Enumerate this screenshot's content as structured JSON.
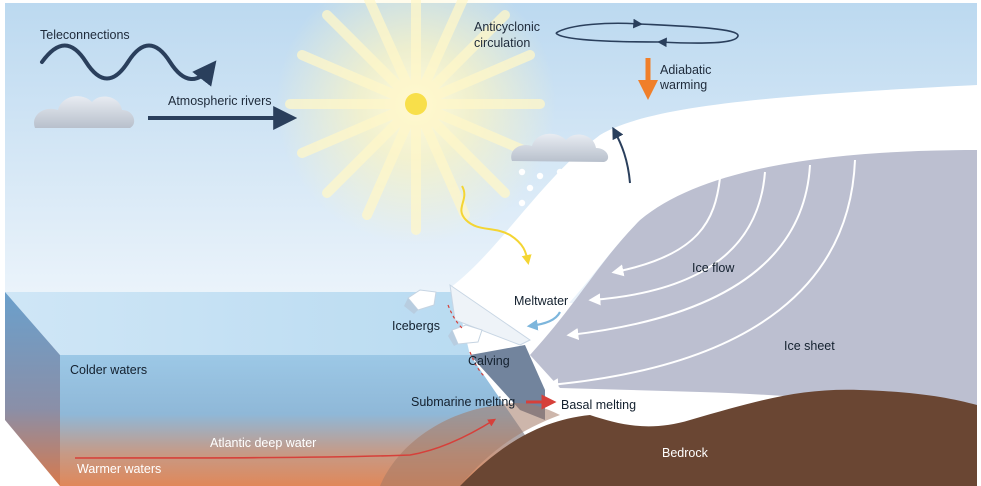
{
  "labels": {
    "teleconnections": "Teleconnections",
    "atmospheric_rivers": "Atmospheric rivers",
    "anticyclonic_line1": "Anticyclonic",
    "anticyclonic_line2": "circulation",
    "adiabatic_line1": "Adiabatic",
    "adiabatic_line2": "warming",
    "ice_flow": "Ice flow",
    "meltwater": "Meltwater",
    "icebergs": "Icebergs",
    "calving": "Calving",
    "ice_sheet": "Ice sheet",
    "colder_waters": "Colder waters",
    "submarine_melting": "Submarine melting",
    "basal_melting": "Basal melting",
    "atlantic_deep_water": "Atlantic deep water",
    "warmer_waters": "Warmer waters",
    "bedrock": "Bedrock"
  },
  "icons": {
    "sun": "sun-icon",
    "cloud": "cloud-icon",
    "snow": "snowflake-dots-icon",
    "wave": "wave-arrow-icon"
  },
  "colors": {
    "sky_top": "#bcd9f0",
    "sky_bottom": "#eaf3fb",
    "ocean_surface": "#cfe4f4",
    "ocean_deep": "#7fb2d8",
    "warm_water": "#e1895c",
    "ice": "#ffffff",
    "ice_sheet_body": "#bcbfd0",
    "bedrock": "#6a4633",
    "arrow_dark": "#2a3f5c",
    "arrow_orange": "#f07f2a",
    "arrow_red": "#d6403a",
    "arrow_yellow": "#f4d533",
    "arrow_light_blue": "#7db6dc"
  }
}
